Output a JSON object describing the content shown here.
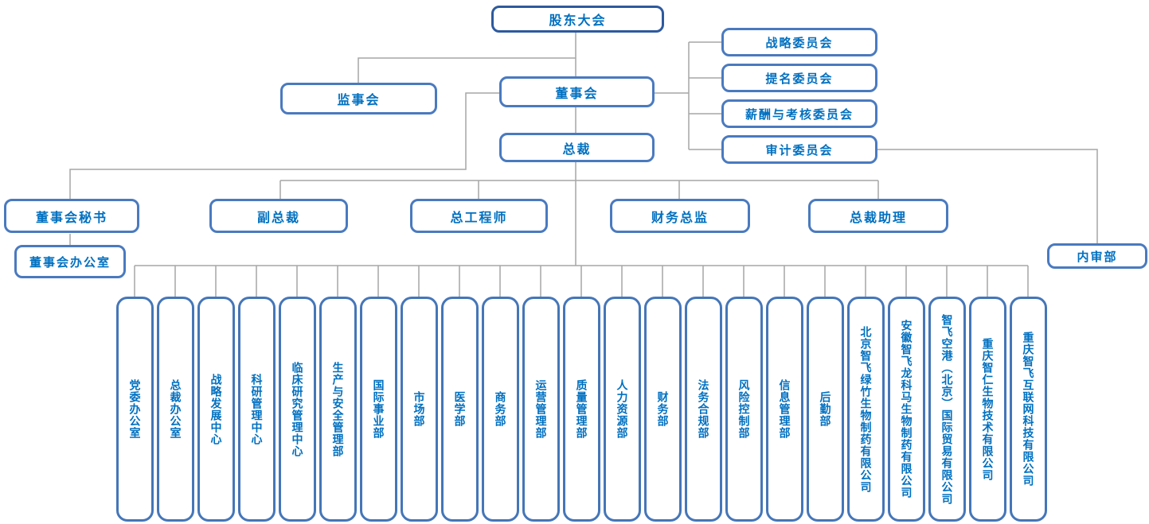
{
  "org": {
    "shareholders_meeting": "股东大会",
    "supervisory_board": "监事会",
    "board_of_directors": "董事会",
    "president": "总裁",
    "committees": [
      "战略委员会",
      "提名委员会",
      "薪酬与考核委员会",
      "审计委员会"
    ],
    "executives": [
      "董事会秘书",
      "副总裁",
      "总工程师",
      "财务总监",
      "总裁助理"
    ],
    "board_office": "董事会办公室",
    "internal_audit_dept": "内审部",
    "departments": [
      "党委办公室",
      "总裁办公室",
      "战略发展中心",
      "科研管理中心",
      "临床研究管理中心",
      "生产与安全管理部",
      "国际事业部",
      "市场部",
      "医学部",
      "商务部",
      "运营管理部",
      "质量管理部",
      "人力资源部",
      "财务部",
      "法务合规部",
      "风险控制部",
      "信息管理部",
      "后勤部",
      "北京智飞绿竹生物制药有限公司",
      "安徽智飞龙科马生物制药有限公司",
      "智飞空港（北京）国际贸易有限公司",
      "重庆智仁生物技术有限公司",
      "重庆智飞互联网科技有限公司"
    ]
  },
  "colors": {
    "node_border": "#4a7abf",
    "node_border_dark": "#2e5a9e",
    "label_text": "#0070c0",
    "connector": "#a6a6a6",
    "background": "#ffffff"
  }
}
